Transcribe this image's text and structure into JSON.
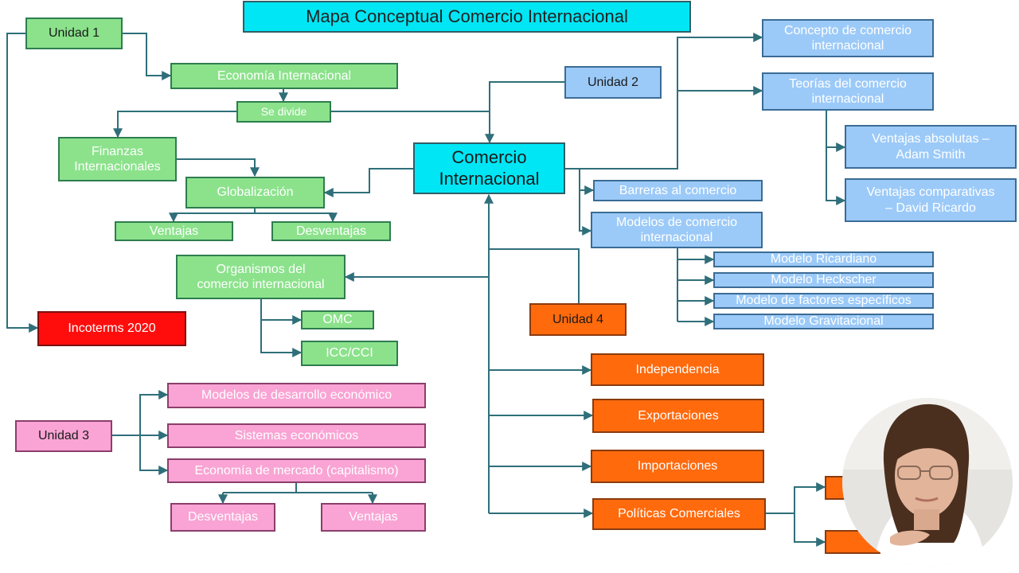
{
  "title": "Mapa Conceptual Comercio Internacional",
  "core": "Comercio\nInternacional",
  "unidad1": {
    "label": "Unidad 1",
    "economia": "Economía Internacional",
    "se_divide": "Se divide",
    "finanzas": "Finanzas\nInternacionales",
    "globalizacion": "Globalización",
    "ventajas": "Ventajas",
    "desventajas": "Desventajas",
    "organismos": "Organismos del\ncomercio internacional",
    "omc": "OMC",
    "icc": "ICC/CCI",
    "incoterms": "Incoterms 2020"
  },
  "unidad2": {
    "label": "Unidad 2",
    "concepto": "Concepto de comercio\ninternacional",
    "teorias": "Teorías del comercio\ninternacional",
    "ventajas_absolutas": "Ventajas absolutas –\nAdam Smith",
    "ventajas_comparativas": "Ventajas comparativas\n– David Ricardo",
    "barreras": "Barreras al comercio",
    "modelos": "Modelos de comercio\ninternacional",
    "modelo_ricardiano": "Modelo Ricardiano",
    "modelo_heckscher": "Modelo Heckscher",
    "modelo_factores": "Modelo de factores específicos",
    "modelo_gravitacional": "Modelo Gravitacional"
  },
  "unidad3": {
    "label": "Unidad 3",
    "modelos_desarrollo": "Modelos de desarrollo económico",
    "sistemas": "Sistemas económicos",
    "economia_mercado": "Economía de mercado (capitalismo)",
    "desventajas": "Desventajas",
    "ventajas": "Ventajas"
  },
  "unidad4": {
    "label": "Unidad 4",
    "independencia": "Independencia",
    "exportaciones": "Exportaciones",
    "importaciones": "Importaciones",
    "politicas": "Políticas Comerciales"
  },
  "colors": {
    "connector": "#2f6f7a",
    "title_fill": "#00e6f5",
    "unidad1": "#8be28b",
    "unidad2": "#9ccaf8",
    "unidad3": "#f9a4d4",
    "unidad4": "#ff6a0d",
    "incoterms": "#ff0d0d"
  }
}
